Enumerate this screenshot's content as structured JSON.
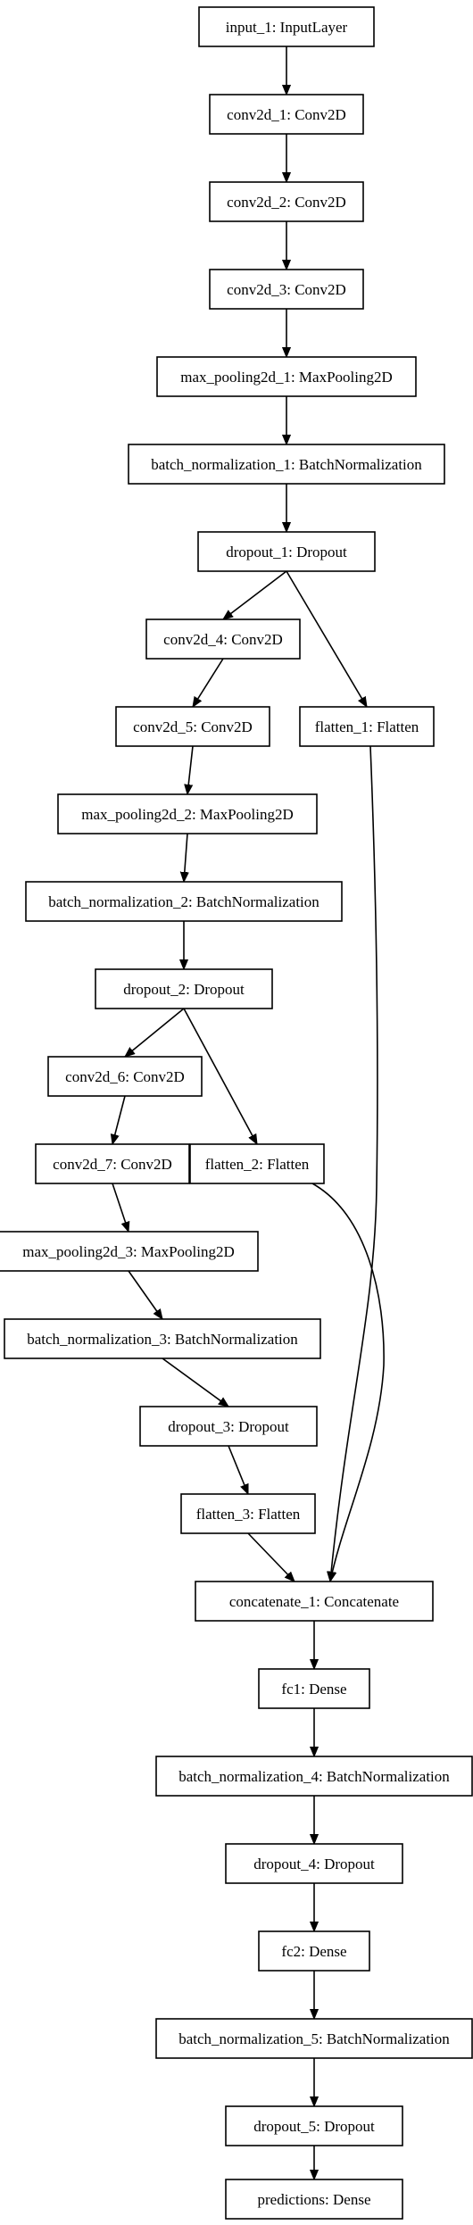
{
  "nodes": [
    {
      "id": "input_1",
      "label": "input_1: InputLayer"
    },
    {
      "id": "conv2d_1",
      "label": "conv2d_1: Conv2D"
    },
    {
      "id": "conv2d_2",
      "label": "conv2d_2: Conv2D"
    },
    {
      "id": "conv2d_3",
      "label": "conv2d_3: Conv2D"
    },
    {
      "id": "max_pooling2d_1",
      "label": "max_pooling2d_1: MaxPooling2D"
    },
    {
      "id": "batch_normalization_1",
      "label": "batch_normalization_1: BatchNormalization"
    },
    {
      "id": "dropout_1",
      "label": "dropout_1: Dropout"
    },
    {
      "id": "conv2d_4",
      "label": "conv2d_4: Conv2D"
    },
    {
      "id": "conv2d_5",
      "label": "conv2d_5: Conv2D"
    },
    {
      "id": "flatten_1",
      "label": "flatten_1: Flatten"
    },
    {
      "id": "max_pooling2d_2",
      "label": "max_pooling2d_2: MaxPooling2D"
    },
    {
      "id": "batch_normalization_2",
      "label": "batch_normalization_2: BatchNormalization"
    },
    {
      "id": "dropout_2",
      "label": "dropout_2: Dropout"
    },
    {
      "id": "conv2d_6",
      "label": "conv2d_6: Conv2D"
    },
    {
      "id": "conv2d_7",
      "label": "conv2d_7: Conv2D"
    },
    {
      "id": "flatten_2",
      "label": "flatten_2: Flatten"
    },
    {
      "id": "max_pooling2d_3",
      "label": "max_pooling2d_3: MaxPooling2D"
    },
    {
      "id": "batch_normalization_3",
      "label": "batch_normalization_3: BatchNormalization"
    },
    {
      "id": "dropout_3",
      "label": "dropout_3: Dropout"
    },
    {
      "id": "flatten_3",
      "label": "flatten_3: Flatten"
    },
    {
      "id": "concatenate_1",
      "label": "concatenate_1: Concatenate"
    },
    {
      "id": "fc1",
      "label": "fc1: Dense"
    },
    {
      "id": "batch_normalization_4",
      "label": "batch_normalization_4: BatchNormalization"
    },
    {
      "id": "dropout_4",
      "label": "dropout_4: Dropout"
    },
    {
      "id": "fc2",
      "label": "fc2: Dense"
    },
    {
      "id": "batch_normalization_5",
      "label": "batch_normalization_5: BatchNormalization"
    },
    {
      "id": "dropout_5",
      "label": "dropout_5: Dropout"
    },
    {
      "id": "predictions",
      "label": "predictions: Dense"
    }
  ],
  "edges": [
    {
      "from": "input_1",
      "to": "conv2d_1"
    },
    {
      "from": "conv2d_1",
      "to": "conv2d_2"
    },
    {
      "from": "conv2d_2",
      "to": "conv2d_3"
    },
    {
      "from": "conv2d_3",
      "to": "max_pooling2d_1"
    },
    {
      "from": "max_pooling2d_1",
      "to": "batch_normalization_1"
    },
    {
      "from": "batch_normalization_1",
      "to": "dropout_1"
    },
    {
      "from": "dropout_1",
      "to": "conv2d_4"
    },
    {
      "from": "dropout_1",
      "to": "flatten_1"
    },
    {
      "from": "conv2d_4",
      "to": "conv2d_5"
    },
    {
      "from": "conv2d_5",
      "to": "max_pooling2d_2"
    },
    {
      "from": "max_pooling2d_2",
      "to": "batch_normalization_2"
    },
    {
      "from": "batch_normalization_2",
      "to": "dropout_2"
    },
    {
      "from": "dropout_2",
      "to": "conv2d_6"
    },
    {
      "from": "dropout_2",
      "to": "flatten_2"
    },
    {
      "from": "conv2d_6",
      "to": "conv2d_7"
    },
    {
      "from": "conv2d_7",
      "to": "max_pooling2d_3"
    },
    {
      "from": "max_pooling2d_3",
      "to": "batch_normalization_3"
    },
    {
      "from": "batch_normalization_3",
      "to": "dropout_3"
    },
    {
      "from": "dropout_3",
      "to": "flatten_3"
    },
    {
      "from": "flatten_3",
      "to": "concatenate_1"
    },
    {
      "from": "flatten_1",
      "to": "concatenate_1"
    },
    {
      "from": "flatten_2",
      "to": "concatenate_1"
    },
    {
      "from": "concatenate_1",
      "to": "fc1"
    },
    {
      "from": "fc1",
      "to": "batch_normalization_4"
    },
    {
      "from": "batch_normalization_4",
      "to": "dropout_4"
    },
    {
      "from": "dropout_4",
      "to": "fc2"
    },
    {
      "from": "fc2",
      "to": "batch_normalization_5"
    },
    {
      "from": "batch_normalization_5",
      "to": "dropout_5"
    },
    {
      "from": "dropout_5",
      "to": "predictions"
    }
  ]
}
